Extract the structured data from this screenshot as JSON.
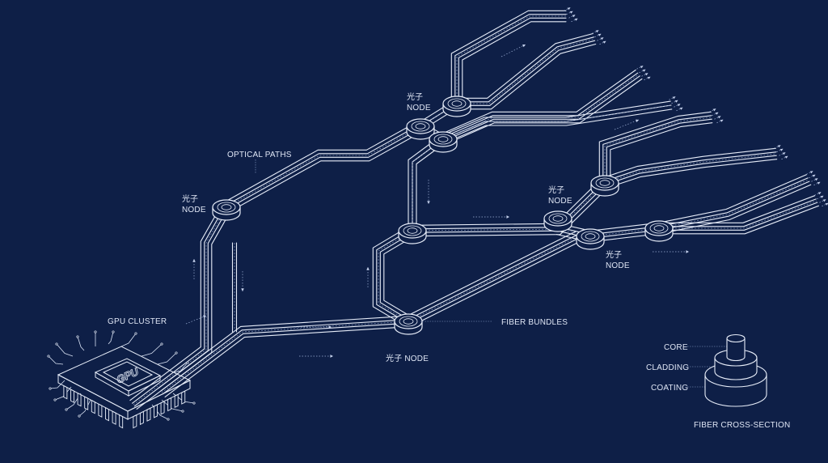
{
  "labels": {
    "optical_paths": "OPTICAL PATHS",
    "gpu_cluster": "GPU CLUSTER",
    "fiber_bundles": "FIBER BUNDLES",
    "chip_text": "GPU",
    "node_cjk": "光子",
    "node_en": "NODE",
    "node_inline": "光子 NODE",
    "core": "CORE",
    "cladding": "CLADDING",
    "coating": "COATING",
    "fiber_cross_section": "FIBER CROSS-SECTION"
  },
  "colors": {
    "background": "#0e1f47",
    "line": "#e6ecf8",
    "dashed": "#8fa3cc",
    "text": "#dfe6f5"
  }
}
